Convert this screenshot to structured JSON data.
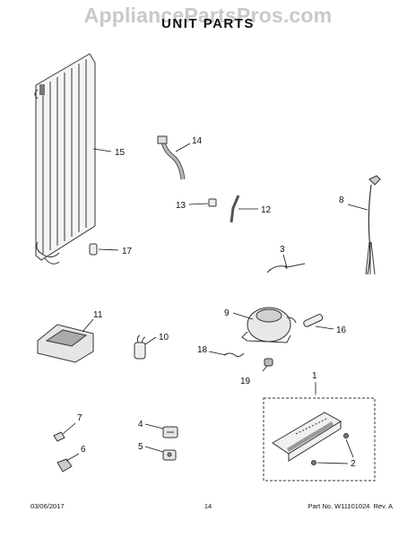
{
  "watermark": "AppliancePartsPros.com",
  "title": "UNIT PARTS",
  "callouts": [
    {
      "id": "15",
      "label": "15"
    },
    {
      "id": "14",
      "label": "14"
    },
    {
      "id": "13",
      "label": "13"
    },
    {
      "id": "12",
      "label": "12"
    },
    {
      "id": "8",
      "label": "8"
    },
    {
      "id": "17",
      "label": "17"
    },
    {
      "id": "3",
      "label": "3"
    },
    {
      "id": "11",
      "label": "11"
    },
    {
      "id": "10",
      "label": "10"
    },
    {
      "id": "9",
      "label": "9"
    },
    {
      "id": "16",
      "label": "16"
    },
    {
      "id": "18",
      "label": "18"
    },
    {
      "id": "19",
      "label": "19"
    },
    {
      "id": "1",
      "label": "1"
    },
    {
      "id": "7",
      "label": "7"
    },
    {
      "id": "4",
      "label": "4"
    },
    {
      "id": "5",
      "label": "5"
    },
    {
      "id": "6",
      "label": "6"
    },
    {
      "id": "2",
      "label": "2"
    }
  ],
  "footer": {
    "date": "03/06/2017",
    "page": "14",
    "part_no": "Part No. W11101024",
    "rev": "Rev. A"
  }
}
